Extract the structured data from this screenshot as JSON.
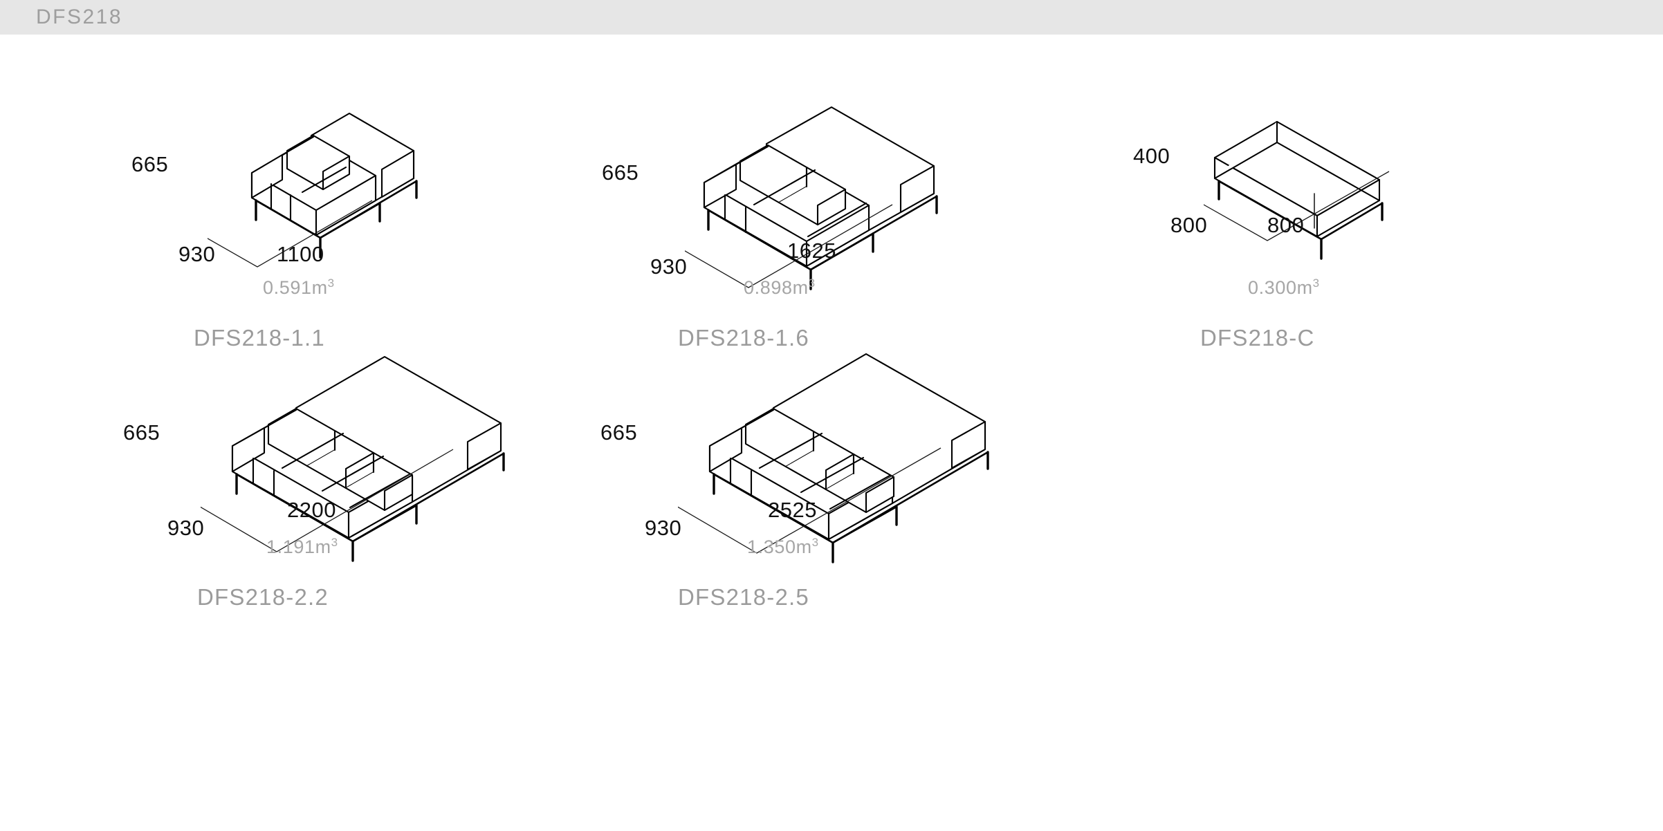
{
  "header": {
    "title": "DFS218"
  },
  "colors": {
    "header_background": "#e6e6e6",
    "header_text": "#9e9e9e",
    "page_background": "#ffffff",
    "dimension_text": "#111111",
    "volume_text": "#a6a6a6",
    "code_text": "#9b9b9b",
    "line_art_stroke": "#000000"
  },
  "products": [
    {
      "code": "DFS218-1.1",
      "type": "armchair",
      "volume": "0.591",
      "volume_unit": "m",
      "volume_exponent": "3",
      "height": "665",
      "depth": "930",
      "width": "1100",
      "seats": 1
    },
    {
      "code": "DFS218-1.6",
      "type": "two-seat-sofa",
      "volume": "0.898",
      "volume_unit": "m",
      "volume_exponent": "3",
      "height": "665",
      "depth": "930",
      "width": "1625",
      "seats": 2
    },
    {
      "code": "DFS218-C",
      "type": "ottoman",
      "volume": "0.300",
      "volume_unit": "m",
      "volume_exponent": "3",
      "height": "400",
      "depth": "800",
      "width": "800",
      "seats": 0
    },
    {
      "code": "DFS218-2.2",
      "type": "three-seat-sofa",
      "volume": "1.191",
      "volume_unit": "m",
      "volume_exponent": "3",
      "height": "665",
      "depth": "930",
      "width": "2200",
      "seats": 3
    },
    {
      "code": "DFS218-2.5",
      "type": "three-seat-sofa-large",
      "volume": "1.350",
      "volume_unit": "m",
      "volume_exponent": "3",
      "height": "665",
      "depth": "930",
      "width": "2525",
      "seats": 3
    }
  ]
}
